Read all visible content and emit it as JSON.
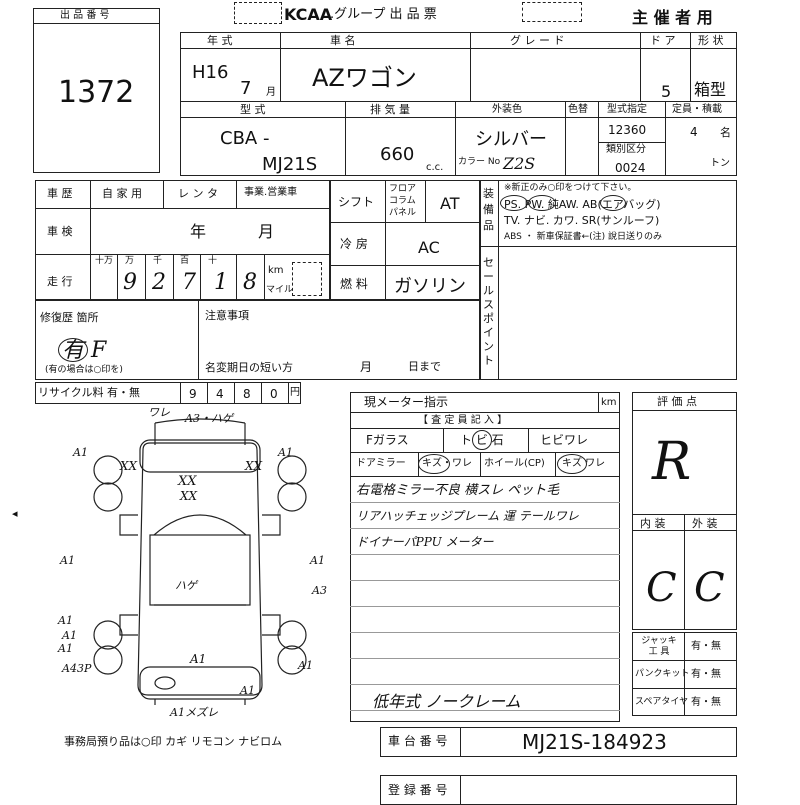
{
  "header": {
    "logo": "KCAA",
    "group_title": ".グループ 出 品 票",
    "organizer": "主 催 者 用"
  },
  "lot": {
    "label": "出 品 番 号",
    "number": "1372"
  },
  "vehicle": {
    "year_label": "年 式",
    "name_label": "車 名",
    "grade_label": "グ レ ー ド",
    "doors_label": "ド ア",
    "body_label": "形 状",
    "era": "H16",
    "month": "7",
    "month_unit": "月",
    "name": "AZワゴン",
    "doors": "5",
    "body_type": "箱型",
    "model_label": "型 式",
    "disp_label": "排 気 量",
    "ext_color_label": "外装色",
    "color_no_label": "色替",
    "type_spec_label": "型式指定",
    "capacity_label": "定員・積載",
    "model_prefix": "CBA -",
    "model_code": "MJ21S",
    "displacement": "660",
    "cc_unit": "c.c.",
    "color": "シルバー",
    "color_no_label_small": "カラー No",
    "color_no": "Z2S",
    "type_spec": "12360",
    "class_label": "類別区分",
    "class_no": "0024",
    "capacity": "4",
    "capacity_unit": "名",
    "load_unit": "トン"
  },
  "history": {
    "label": "車 歴",
    "options": [
      "自 家 用",
      "レ ン タ",
      "事業.営業車"
    ],
    "inspection_label": "車 検",
    "year_unit": "年",
    "month_unit": "月",
    "mileage_label": "走 行",
    "digit_labels": [
      "十万",
      "万",
      "千",
      "百",
      "十",
      ""
    ],
    "digits": [
      "",
      "9",
      "2",
      "7",
      "1",
      "8"
    ],
    "km_unit": "km",
    "mile_unit": "マイル"
  },
  "equipment": {
    "shift_label": "シフト",
    "shift_options": "フロア\nコラム\nパネル",
    "shift": "AT",
    "aircon_label": "冷 房",
    "aircon": "AC",
    "fuel_label": "燃 料",
    "fuel": "ガソリン",
    "equip_label": "装備品",
    "equip_note": "※新正のみ○印をつけて下さい。",
    "equip_line1": "PS. PW. 純AW. AB(エアバッグ)",
    "equip_line2": "TV. ナビ. カワ. SR(サンルーフ)",
    "equip_line3": "ABS ・ 新車保証書←(注) 說日送りのみ",
    "sales_point_label": "セールスポイント"
  },
  "repair": {
    "label": "修復歴 箇所",
    "value": "有 F",
    "sub_label": "(有の場合は○印を)",
    "notes_label": "注意事項",
    "rename_label": "名変期日の短い方",
    "month_unit": "月",
    "day_unit": "日まで"
  },
  "recycle": {
    "label": "リサイクル料 有・無",
    "digits": [
      "9",
      "4",
      "8",
      "0"
    ],
    "unit": "円"
  },
  "inspection": {
    "meter_label": "現メーター指示",
    "meter_unit": "km",
    "fill_label": "【 査 定 員 記 入 】",
    "row1": [
      "Fガラス",
      "ト ビ 石",
      "ヒビワレ"
    ],
    "row2": [
      "ドアミラー",
      "キズ・ワレ",
      "ホイール(CP)",
      "キズ ワレ"
    ],
    "notes": [
      "右電格ミラー不良 横スレ ペット毛",
      "リアハッチェッジプレーム 運 テールワレ",
      "ドイナーパPPU メーター",
      "低年式 ノークレーム"
    ]
  },
  "rating": {
    "label": "評 価 点",
    "score": "R",
    "interior_label": "内 装",
    "exterior_label": "外 装",
    "interior": "C",
    "exterior": "C"
  },
  "accessories": [
    {
      "label": "ジャッキ 工 具",
      "value": "有・無"
    },
    {
      "label": "パンクキット",
      "value": "有・無"
    },
    {
      "label": "スペアタイヤ",
      "value": "有・無"
    }
  ],
  "chassis": {
    "label": "車 台 番 号",
    "value": "MJ21S-184923"
  },
  "registration": {
    "label": "登 録 番 号"
  },
  "office_note": "事務局預り品は○印 カギ リモコン ナビロム",
  "diagram": {
    "marks": [
      "ワレ",
      "A3・ハゲ",
      "A1",
      "XX",
      "XX",
      "A1",
      "XX",
      "XX",
      "ハゲ",
      "A1",
      "A1",
      "A3",
      "A1",
      "A1",
      "A1",
      "A1",
      "A43P",
      "A1",
      "A1",
      "A1メズレ"
    ]
  }
}
